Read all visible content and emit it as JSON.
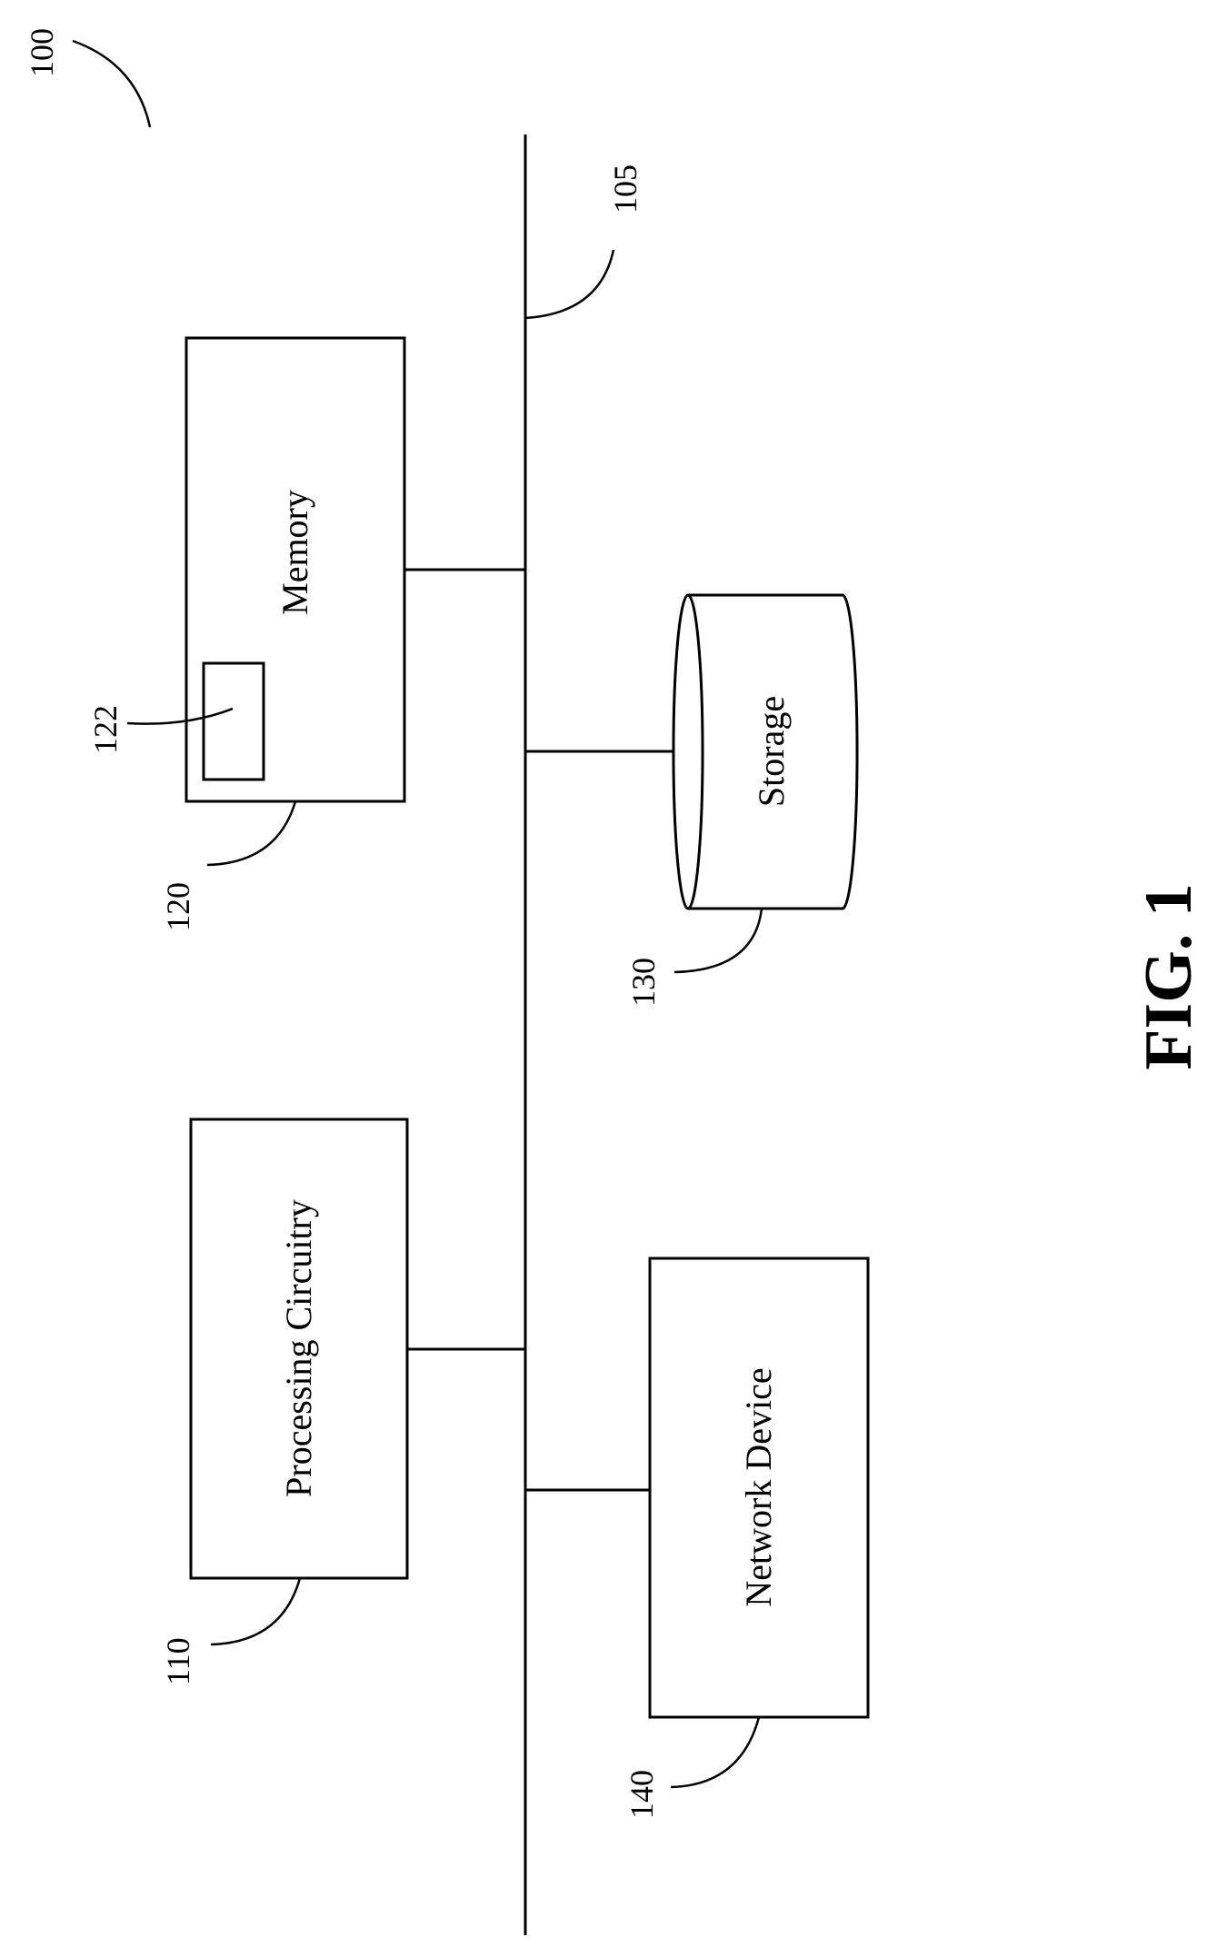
{
  "figure": {
    "caption": "FIG. 1",
    "system_ref": "100",
    "bus_ref": "105"
  },
  "components": {
    "processing": {
      "label": "Processing Circuitry",
      "ref": "110"
    },
    "memory": {
      "label": "Memory",
      "ref": "120",
      "sub_ref": "122"
    },
    "storage": {
      "label": "Storage",
      "ref": "130"
    },
    "network": {
      "label": "Network Device",
      "ref": "140"
    }
  }
}
